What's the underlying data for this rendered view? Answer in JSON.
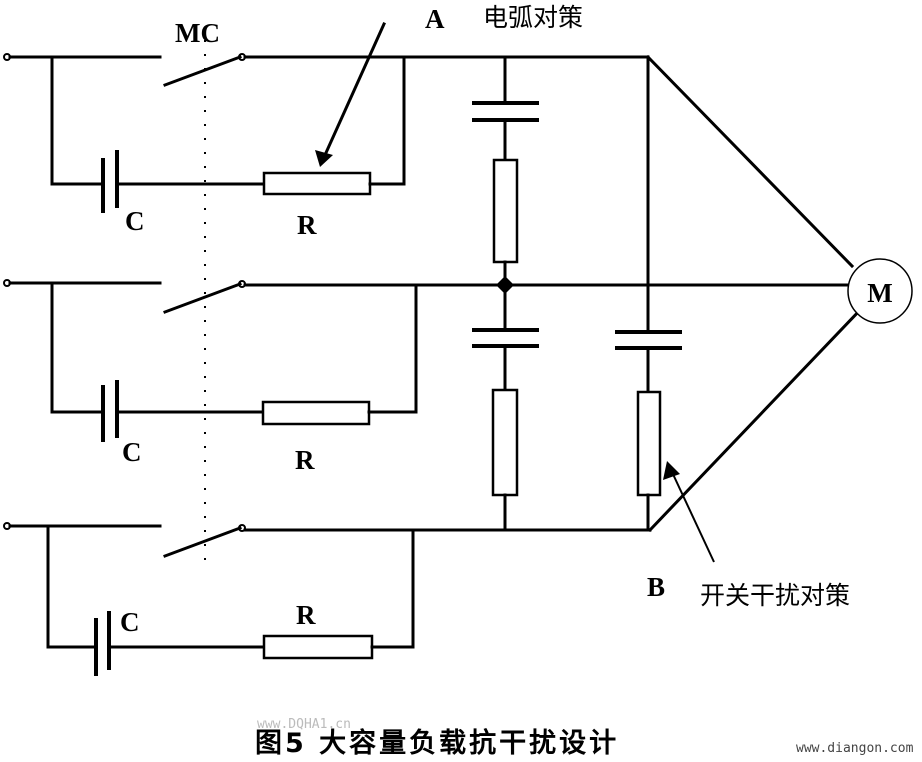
{
  "labels": {
    "contactor": "MC",
    "capacitor": "C",
    "resistor": "R",
    "motor": "M",
    "point_a": "A",
    "point_b": "B"
  },
  "annotations": {
    "arc_measure": "电弧对策",
    "switching_measure": "开关干扰对策"
  },
  "caption": "图5 大容量负载抗干扰设计",
  "watermark": "www.DQHA1.cn",
  "site": "www.diangon.com"
}
